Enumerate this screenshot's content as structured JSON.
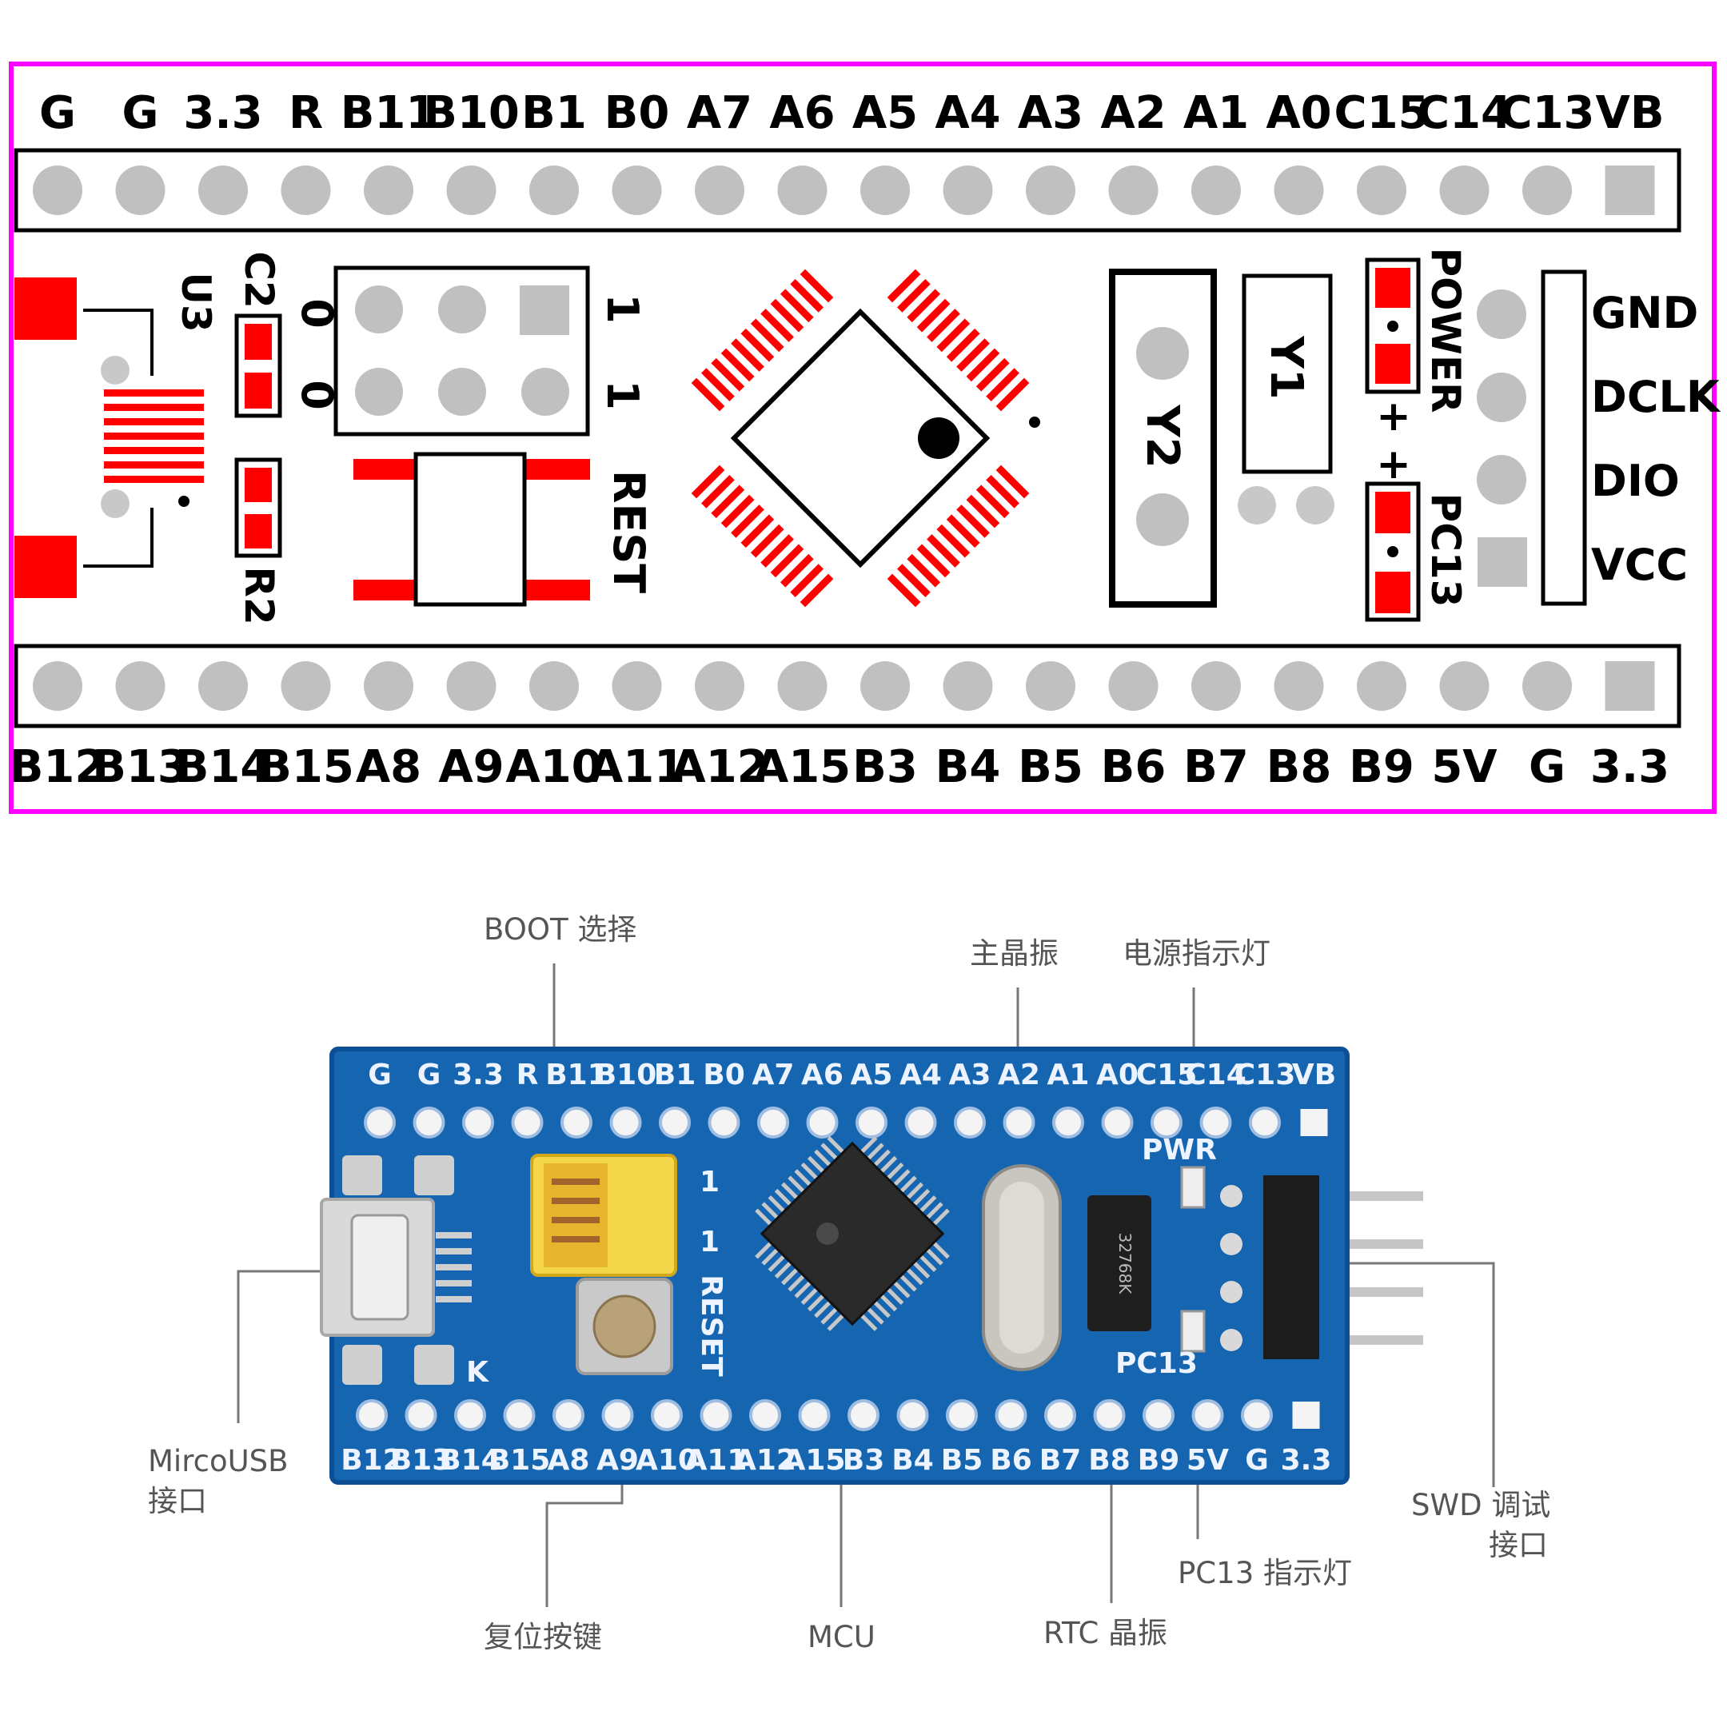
{
  "pcb": {
    "top_pins": [
      "G",
      "G",
      "3.3",
      "R",
      "B11",
      "B10",
      "B1",
      "B0",
      "A7",
      "A6",
      "A5",
      "A4",
      "A3",
      "A2",
      "A1",
      "A0",
      "C15",
      "C14",
      "C13",
      "VB"
    ],
    "bottom_pins": [
      "B12",
      "B13",
      "B14",
      "B15",
      "A8",
      "A9",
      "A10",
      "A11",
      "A12",
      "A15",
      "B3",
      "B4",
      "B5",
      "B6",
      "B7",
      "B8",
      "B9",
      "5V",
      "G",
      "3.3"
    ],
    "swd_pins": [
      "GND",
      "DCLK",
      "DIO",
      "VCC"
    ],
    "components": {
      "u3": "U3",
      "c2": "C2",
      "r2": "R2",
      "reset": "REST",
      "y1": "Y1",
      "y2": "Y2",
      "power": "POWER",
      "pc13": "PC13",
      "plus": "+",
      "boot_zero": "0",
      "boot_one": "1"
    }
  },
  "photo": {
    "callouts": {
      "boot": "BOOT 选择",
      "main_crystal": "主晶振",
      "power_led": "电源指示灯",
      "usb_line1": "MircoUSB",
      "usb_line2": "接口",
      "swd_line1": "SWD 调试",
      "swd_line2": "接口",
      "pc13_led": "PC13 指示灯",
      "reset_key": "复位按键",
      "mcu": "MCU",
      "rtc": "RTC 晶振"
    },
    "board_text": {
      "reset": "RESET",
      "pwr": "PWR",
      "pc13": "PC13",
      "k": "K",
      "one": "1",
      "crystal": "32768K"
    }
  },
  "colors": {
    "frame": "#ff00ff",
    "pad_red": "#ff0000",
    "hole_gray": "#c0c0c0",
    "board_blue": "#1565b0",
    "board_edge": "#0c4f95"
  }
}
